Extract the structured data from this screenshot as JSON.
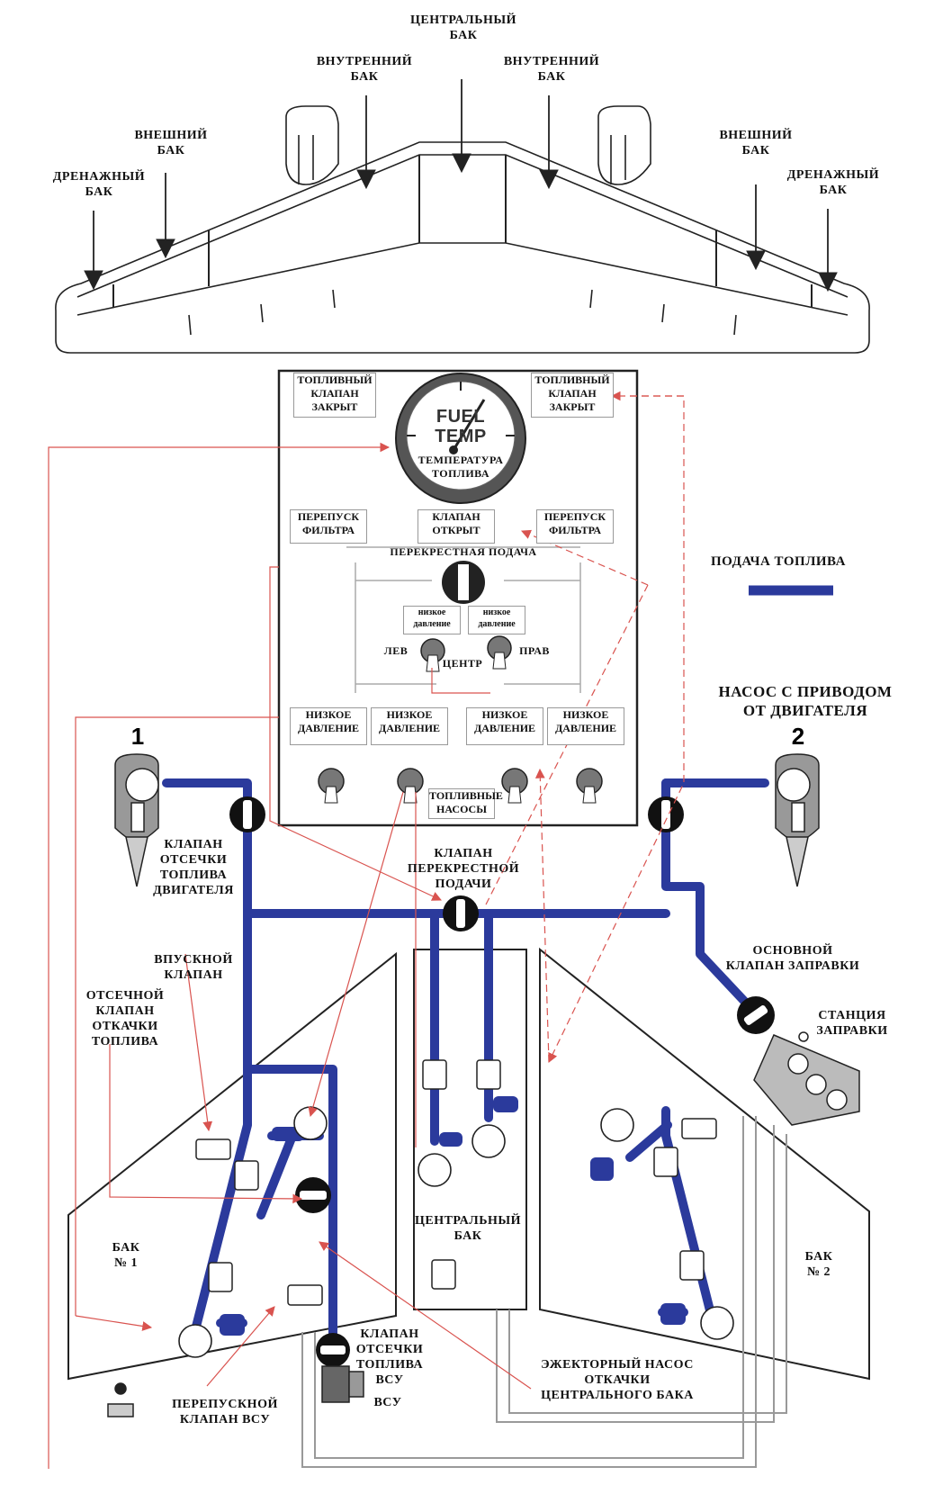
{
  "wing_labels": {
    "center_tank": "ЦЕНТРАЛЬНЫЙ\nБАК",
    "inner_tank_left": "ВНУТРЕННИЙ\nБАК",
    "inner_tank_right": "ВНУТРЕННИЙ\nБАК",
    "outer_tank_left": "ВНЕШНИЙ\nБАК",
    "outer_tank_right": "ВНЕШНИЙ\nБАК",
    "drain_tank_left": "ДРЕНАЖНЫЙ\nБАК",
    "drain_tank_right": "ДРЕНАЖНЫЙ\nБАК"
  },
  "panel": {
    "fuel_valve_closed_left": "ТОПЛИВНЫЙ\nКЛАПАН\nЗАКРЫТ",
    "fuel_valve_closed_right": "ТОПЛИВНЫЙ\nКЛАПАН\nЗАКРЫТ",
    "gauge_text_1": "FUEL",
    "gauge_text_2": "TEMP",
    "gauge_caption": "ТЕМПЕРАТУРА\nТОПЛИВА",
    "filter_bypass_left": "ПЕРЕПУСК\nФИЛЬТРА",
    "filter_bypass_right": "ПЕРЕПУСК\nФИЛЬТРА",
    "valve_open": "КЛАПАН\nОТКРЫТ",
    "crossfeed": "ПЕРЕКРЕСТНАЯ ПОДАЧА",
    "low_pressure_small_left": "низкое\nдавление",
    "low_pressure_small_right": "низкое\nдавление",
    "left": "ЛЕВ",
    "center": "ЦЕНТР",
    "right": "ПРАВ",
    "low_pressure_1": "НИЗКОЕ\nДАВЛЕНИЕ",
    "low_pressure_2": "НИЗКОЕ\nДАВЛЕНИЕ",
    "low_pressure_3": "НИЗКОЕ\nДАВЛЕНИЕ",
    "low_pressure_4": "НИЗКОЕ\nДАВЛЕНИЕ",
    "fuel_pumps": "ТОПЛИВНЫЕ\nНАСОСЫ"
  },
  "legend": {
    "title": "ПОДАЧА ТОПЛИВА",
    "color": "#2b3a9c"
  },
  "labels": {
    "engine_pump": "НАСОС С ПРИВОДОМ\nОТ ДВИГАТЕЛЯ",
    "engine_1": "1",
    "engine_2": "2",
    "engine_shutoff": "КЛАПАН\nОТСЕЧКИ\nТОПЛИВА\nДВИГАТЕЛЯ",
    "crossfeed_valve": "КЛАПАН\nПЕРЕКРЕСТНОЙ\nПОДАЧИ",
    "main_refuel_valve": "ОСНОВНОЙ\nКЛАПАН ЗАПРАВКИ",
    "refuel_station": "СТАНЦИЯ\nЗАПРАВКИ",
    "inlet_valve": "ВПУСКНОЙ\nКЛАПАН",
    "scavenge_shutoff": "ОТСЕЧНОЙ\nКЛАПАН\nОТКАЧКИ\nТОПЛИВА",
    "tank_1": "БАК\n№ 1",
    "tank_2": "БАК\n№ 2",
    "center_tank": "ЦЕНТРАЛЬНЫЙ\nБАК",
    "apu_shutoff": "КЛАПАН\nОТСЕЧКИ\nТОПЛИВА\nВСУ",
    "apu": "ВСУ",
    "ejector_pump": "ЭЖЕКТОРНЫЙ НАСОС\nОТКАЧКИ\nЦЕНТРАЛЬНОГО БАКА",
    "apu_bypass": "ПЕРЕПУСКНОЙ\nКЛАПАН ВСУ"
  },
  "colors": {
    "fuel_line": "#2b3a9c",
    "indicator_line": "#d9534f",
    "structure": "#222222"
  }
}
